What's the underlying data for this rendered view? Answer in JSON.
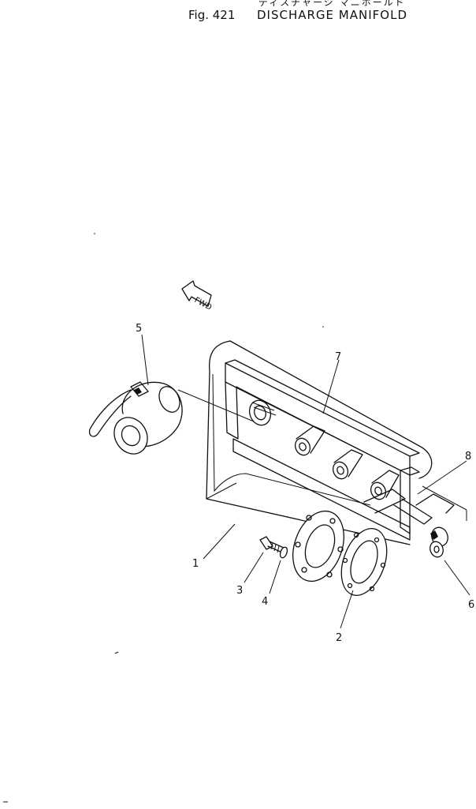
{
  "header": {
    "japanese_title": "ディスチャージ マニホールド",
    "figure_number": "Fig. 421",
    "title": "DISCHARGE MANIFOLD"
  },
  "direction_marker": {
    "label": "FWD"
  },
  "callouts": [
    {
      "id": "c1",
      "text": "1"
    },
    {
      "id": "c2",
      "text": "2"
    },
    {
      "id": "c3",
      "text": "3"
    },
    {
      "id": "c4",
      "text": "4"
    },
    {
      "id": "c5",
      "text": "5"
    },
    {
      "id": "c6",
      "text": "6"
    },
    {
      "id": "c7",
      "text": "7"
    },
    {
      "id": "c8",
      "text": "8"
    }
  ],
  "colors": {
    "ink": "#111111",
    "paper": "#ffffff"
  }
}
